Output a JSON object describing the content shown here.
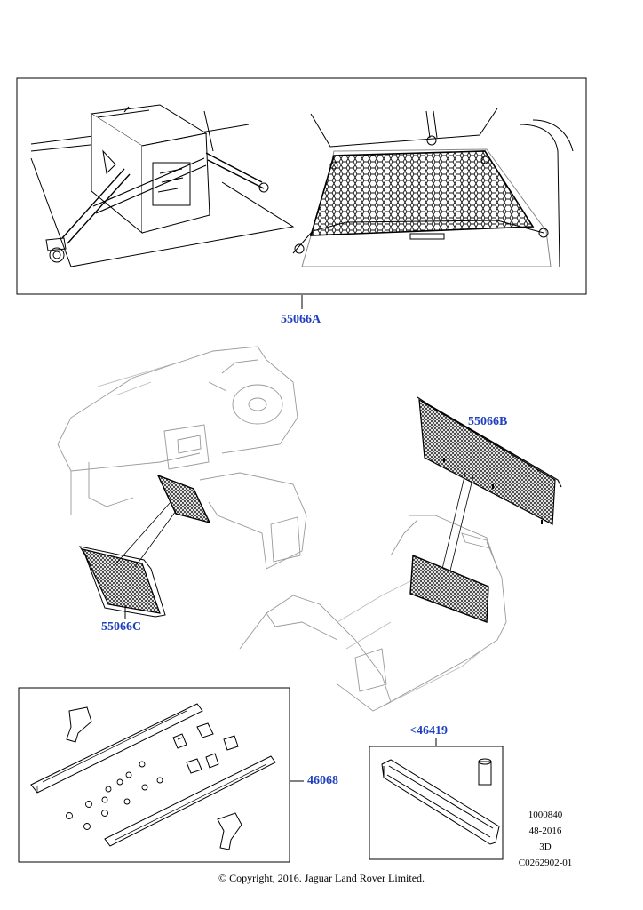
{
  "callouts": {
    "c55066A": "55066A",
    "c55066B": "55066B",
    "c55066C": "55066C",
    "c46068": "46068",
    "c46419": "<46419"
  },
  "meta": {
    "ref_number": "1000840",
    "date_code": "48-2016",
    "view": "3D",
    "illustration_code": "C0262902-01"
  },
  "copyright": "© Copyright, 2016. Jaguar Land Rover Limited.",
  "colors": {
    "callout": "#1f3fbf",
    "line": "#000000",
    "net": "#222222"
  }
}
